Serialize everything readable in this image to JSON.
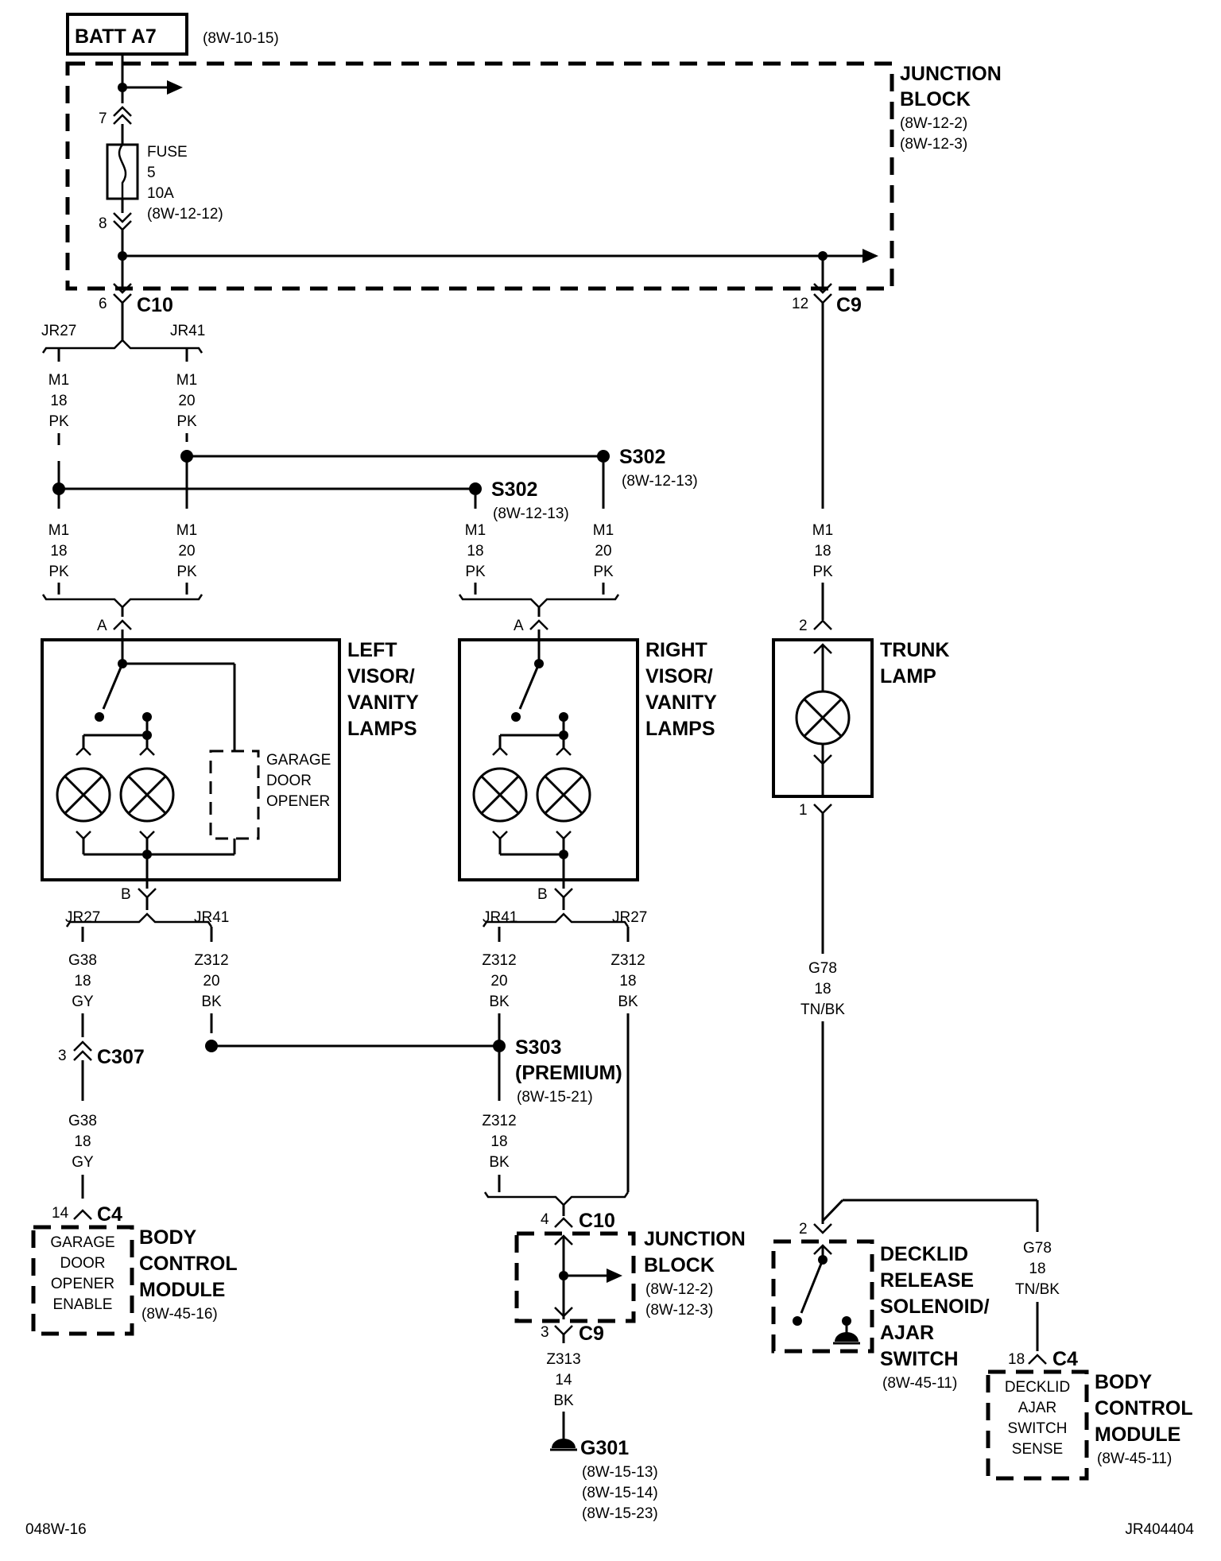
{
  "diagram": {
    "batt": {
      "label": "BATT A7",
      "ref": "(8W-10-15)"
    },
    "junction_block_top": {
      "line1": "JUNCTION",
      "line2": "BLOCK",
      "ref1": "(8W-12-2)",
      "ref2": "(8W-12-3)"
    },
    "fuse": {
      "label": "FUSE",
      "number": "5",
      "rating": "10A",
      "ref": "(8W-12-12)",
      "pin_in": "7",
      "pin_out": "8"
    },
    "c10_top": {
      "pin": "6",
      "name": "C10"
    },
    "c9_top": {
      "pin": "12",
      "name": "C9"
    },
    "jr27": "JR27",
    "jr41": "JR41",
    "wires": {
      "m1_18": {
        "circuit": "M1",
        "gauge": "18",
        "color": "PK"
      },
      "m1_20": {
        "circuit": "M1",
        "gauge": "20",
        "color": "PK"
      },
      "g38": {
        "circuit": "G38",
        "gauge": "18",
        "color": "GY"
      },
      "z312_20": {
        "circuit": "Z312",
        "gauge": "20",
        "color": "BK"
      },
      "z312_18": {
        "circuit": "Z312",
        "gauge": "18",
        "color": "BK"
      },
      "g78": {
        "circuit": "G78",
        "gauge": "18",
        "color": "TN/BK"
      },
      "z313": {
        "circuit": "Z313",
        "gauge": "14",
        "color": "BK"
      }
    },
    "splice_s302": {
      "name": "S302",
      "ref": "(8W-12-13)"
    },
    "splice_s303": {
      "name": "S303",
      "sub": "(PREMIUM)",
      "ref": "(8W-15-21)"
    },
    "left_visor": {
      "line1": "LEFT",
      "line2": "VISOR/",
      "line3": "VANITY",
      "line4": "LAMPS",
      "pin_a": "A",
      "pin_b": "B"
    },
    "garage_opener": {
      "line1": "GARAGE",
      "line2": "DOOR",
      "line3": "OPENER"
    },
    "right_visor": {
      "line1": "RIGHT",
      "line2": "VISOR/",
      "line3": "VANITY",
      "line4": "LAMPS",
      "pin_a": "A",
      "pin_b": "B"
    },
    "trunk_lamp": {
      "line1": "TRUNK",
      "line2": "LAMP",
      "pin_top": "2",
      "pin_bottom": "1"
    },
    "c307": {
      "pin": "3",
      "name": "C307"
    },
    "bcm_left": {
      "pin": "14",
      "connector": "C4",
      "in1": "GARAGE",
      "in2": "DOOR",
      "in3": "OPENER",
      "in4": "ENABLE",
      "line1": "BODY",
      "line2": "CONTROL",
      "line3": "MODULE",
      "ref": "(8W-45-16)"
    },
    "junction_block_bottom": {
      "pin_in": "4",
      "conn_in": "C10",
      "pin_out": "3",
      "conn_out": "C9",
      "line1": "JUNCTION",
      "line2": "BLOCK",
      "ref1": "(8W-12-2)",
      "ref2": "(8W-12-3)"
    },
    "ground_g301": {
      "name": "G301",
      "ref1": "(8W-15-13)",
      "ref2": "(8W-15-14)",
      "ref3": "(8W-15-23)"
    },
    "decklid": {
      "pin": "2",
      "line1": "DECKLID",
      "line2": "RELEASE",
      "line3": "SOLENOID/",
      "line4": "AJAR",
      "line5": "SWITCH",
      "ref": "(8W-45-11)"
    },
    "bcm_right": {
      "pin": "18",
      "connector": "C4",
      "in1": "DECKLID",
      "in2": "AJAR",
      "in3": "SWITCH",
      "in4": "SENSE",
      "line1": "BODY",
      "line2": "CONTROL",
      "line3": "MODULE",
      "ref": "(8W-45-11)"
    },
    "footer_left": "048W-16",
    "footer_right": "JR404404"
  }
}
